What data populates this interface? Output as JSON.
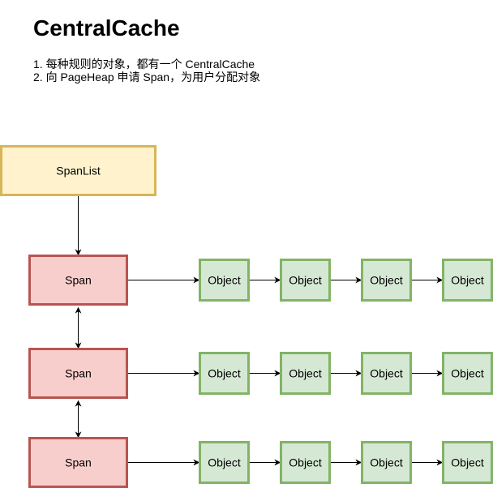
{
  "title": "CentralCache",
  "description": [
    "1. 每种规则的对象，都有一个 CentralCache",
    "2. 向 PageHeap 申请 Span，为用户分配对象"
  ],
  "colors": {
    "spanlist_fill": "#fff2cc",
    "spanlist_stroke": "#d6b656",
    "span_fill": "#f8cecc",
    "span_stroke": "#b85450",
    "object_fill": "#d5e8d4",
    "object_stroke": "#82b366",
    "edge": "#000000"
  },
  "diagram": {
    "spanlist_label": "SpanList",
    "rows": [
      {
        "span_label": "Span",
        "objects": [
          "Object",
          "Object",
          "Object",
          "Object"
        ]
      },
      {
        "span_label": "Span",
        "objects": [
          "Object",
          "Object",
          "Object",
          "Object"
        ]
      },
      {
        "span_label": "Span",
        "objects": [
          "Object",
          "Object",
          "Object",
          "Object"
        ]
      }
    ]
  }
}
